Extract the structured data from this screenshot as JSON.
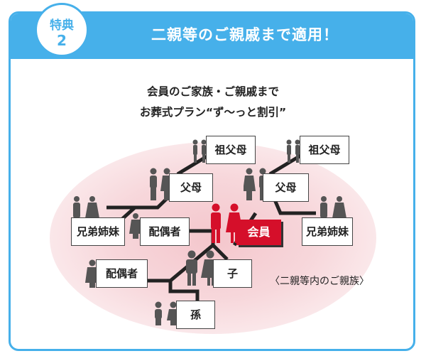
{
  "badge": {
    "line1": "特典",
    "line2": "2"
  },
  "header": {
    "title": "二親等のご親戚まで適用！"
  },
  "intro": {
    "line1": "会員のご家族・ご親戚まで",
    "line2": "お葬式プラン“ず～っと割引”"
  },
  "tree": {
    "grandparents_left": "祖父母",
    "grandparents_right": "祖父母",
    "parents_left": "父母",
    "parents_right": "父母",
    "siblings_left": "兄弟姉妹",
    "siblings_right": "兄弟姉妹",
    "spouse": "配偶者",
    "member": "会員",
    "child_spouse": "配偶者",
    "child": "子",
    "grandchild": "孫"
  },
  "note": "〈二親等内のご親族〉",
  "colors": {
    "header": "#46b0ea",
    "member": "#d50f2a",
    "person": "#555555"
  }
}
